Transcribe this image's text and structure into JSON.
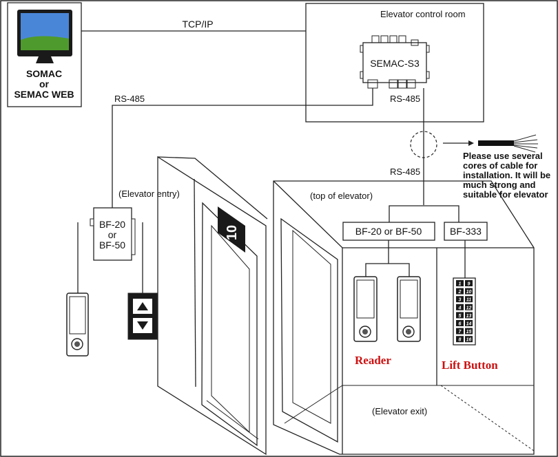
{
  "colors": {
    "line": "#222222",
    "accent_red": "#cc1111",
    "screen_sky": "#4a86d8",
    "screen_grass": "#4f9a2c"
  },
  "pc": {
    "line1": "SOMAC",
    "line2": "or",
    "line3": "SEMAC WEB",
    "icon": "computer-monitor-icon"
  },
  "links": {
    "tcpip": "TCP/IP",
    "rs485_left": "RS-485",
    "rs485_control": "RS-485",
    "rs485_cable": "RS-485"
  },
  "control_room": {
    "title": "Elevator control room",
    "controller": "SEMAC-S3"
  },
  "cable_note": {
    "lines": [
      "Please use several",
      "cores of cable for",
      "installation. It will be",
      "much strong and",
      "suitable for elevator"
    ]
  },
  "entry": {
    "label": "(Elevator entry)",
    "module_lines": [
      "BF-20",
      "or",
      "BF-50"
    ],
    "floor_sign": "10"
  },
  "car": {
    "top_label": "(top of elevator)",
    "module_a": "BF-20 or BF-50",
    "module_b": "BF-333",
    "reader_label": "Reader",
    "lift_button_label": "Lift Button",
    "exit_label": "(Elevator exit)",
    "buttons": [
      "1",
      "9",
      "2",
      "10",
      "3",
      "11",
      "4",
      "12",
      "5",
      "13",
      "6",
      "14",
      "7",
      "15",
      "8",
      "16"
    ]
  }
}
